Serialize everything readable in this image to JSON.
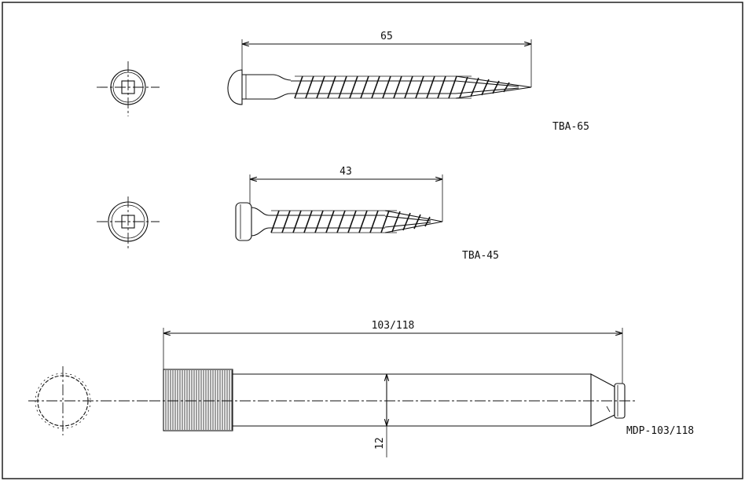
{
  "parts": [
    {
      "id": "tba65",
      "name": "TBA-65",
      "length": "65"
    },
    {
      "id": "tba45",
      "name": "TBA-45",
      "length": "43"
    },
    {
      "id": "mdp",
      "name": "MDP-103/118",
      "length": "103/118",
      "diameter": "12"
    }
  ]
}
